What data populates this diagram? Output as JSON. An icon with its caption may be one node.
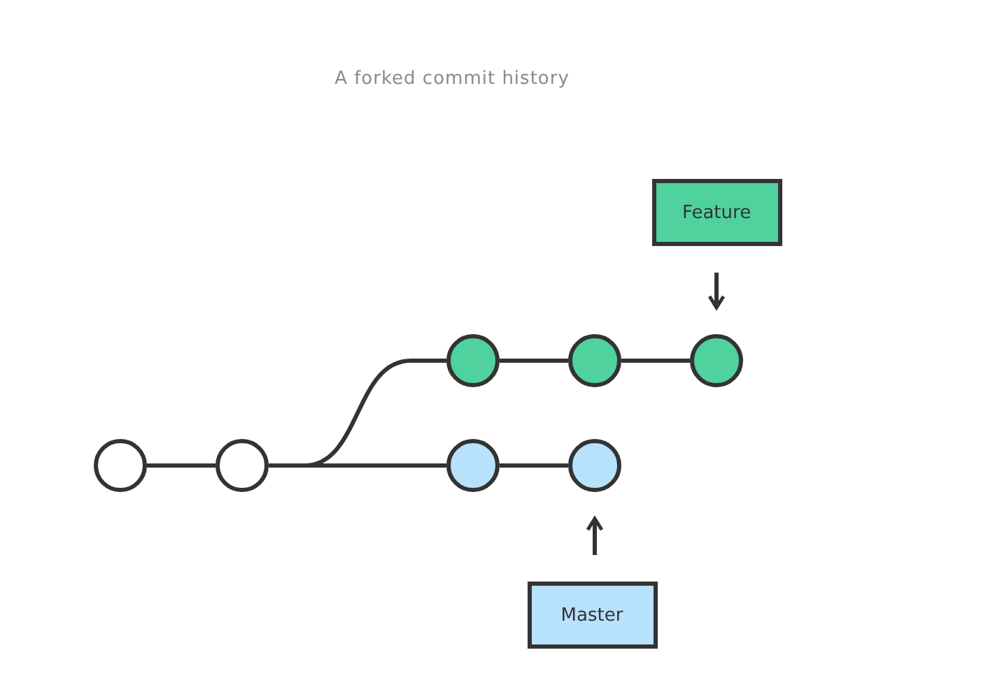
{
  "diagram": {
    "title": "A forked commit history",
    "nodes": [
      {
        "text": [
          "Feature"
        ]
      },
      {
        "text": [],
        "shape": "circle"
      },
      {
        "text": [],
        "shape": "circle"
      },
      {
        "text": [],
        "shape": "circle"
      },
      {
        "text": [],
        "shape": "circle"
      },
      {
        "text": [],
        "shape": "circle"
      },
      {
        "text": [],
        "shape": "circle"
      },
      {
        "text": [],
        "shape": "circle"
      },
      {
        "text": [
          "Master"
        ]
      }
    ],
    "edges": [
      {
        "from": 1,
        "to": 2,
        "arrow": "none"
      },
      {
        "from": 2,
        "to": 3,
        "arrow": "none"
      },
      {
        "from": 3,
        "to": 4,
        "arrow": "none"
      },
      {
        "from": 4,
        "to": 5,
        "arrow": "none"
      },
      {
        "from": 2,
        "to": 6,
        "arrow": "none"
      },
      {
        "from": 6,
        "to": 7,
        "arrow": "none"
      },
      {
        "from": 0,
        "to": 5,
        "arrow": "to"
      },
      {
        "from": 8,
        "to": 7,
        "arrow": "to"
      }
    ]
  }
}
